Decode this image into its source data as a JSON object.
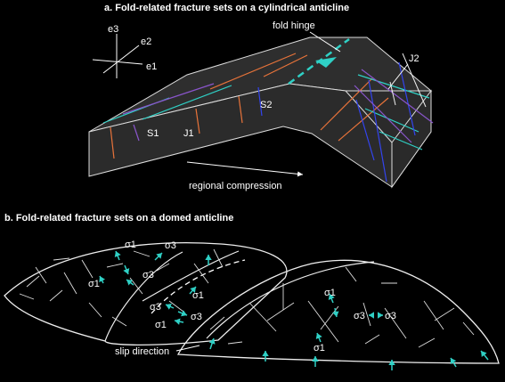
{
  "panel_a": {
    "title": "a. Fold-related fracture sets on a cylindrical anticline",
    "axis_labels": [
      "e3",
      "e2",
      "e1"
    ],
    "labels": {
      "fold_hinge": "fold hinge",
      "s1": "S1",
      "j1": "J1",
      "s2": "S2",
      "j2": "J2",
      "compression": "regional compression"
    }
  },
  "panel_b": {
    "title": "b. Fold-related fracture sets on a domed anticline",
    "sigma1": "σ1",
    "sigma3": "σ3",
    "slip": "slip direction"
  },
  "colors": {
    "background": "#000000",
    "block_surface": "#2e2e2e",
    "orange_set": "#e8733a",
    "cyan_set": "#2fd0c5",
    "blue_set": "#2233dd",
    "purple_set": "#8a55cc",
    "arrow": "#2fd0c5",
    "line": "#ffffff"
  },
  "icons": [
    "axis-triad-icon",
    "hinge-arrow-icon",
    "compression-arrow-icon",
    "stress-arrow-icon"
  ]
}
